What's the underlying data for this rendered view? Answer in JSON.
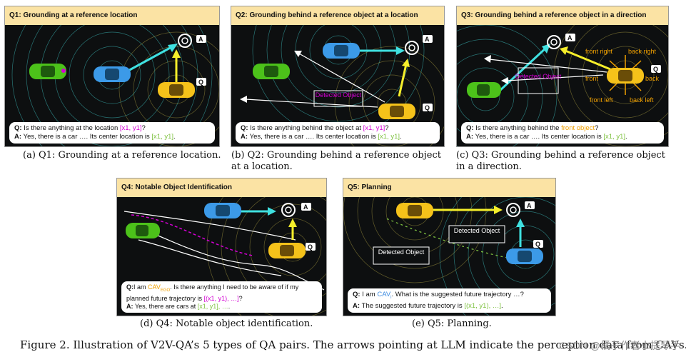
{
  "panels": [
    {
      "id": "q1",
      "title": "Q1: Grounding at a reference location",
      "q_prefix": "Q: ",
      "q_text": "Is there anything at the location ",
      "q_hl": "[x1, y1]",
      "q_end": "?",
      "a_prefix": "A: ",
      "a_text": "Yes, there is a car …. Its center location is ",
      "a_hl": "[x1, y1]",
      "a_end": ".",
      "caption": "(a) Q1: Grounding at a reference location."
    },
    {
      "id": "q2",
      "title": "Q2: Grounding behind a reference object at a location",
      "q_prefix": "Q: ",
      "q_text": "Is there anything behind the object at ",
      "q_hl": "[x1, y1]",
      "q_end": "?",
      "a_prefix": "A: ",
      "a_text": "Yes, there is a car …. Its center location is ",
      "a_hl": "[x1, y1]",
      "a_end": ".",
      "detected": "Detected Object",
      "caption": "(b) Q2: Grounding behind a reference object at a location."
    },
    {
      "id": "q3",
      "title": "Q3: Grounding behind a reference object in a direction",
      "q_prefix": "Q: ",
      "q_text": "Is there anything behind the ",
      "q_hl": "front object",
      "q_end": "?",
      "a_prefix": "A: ",
      "a_text": "Yes, there is a car …. Its center location is ",
      "a_hl": "[x1, y1]",
      "a_end": ".",
      "detected": "Detected Object",
      "directions": {
        "front_right": "front right",
        "back_right": "back right",
        "front": "front",
        "back": "back",
        "front_left": "front left",
        "back_left": "back left"
      },
      "caption": "(c) Q3: Grounding behind a reference object in a direction."
    },
    {
      "id": "q4",
      "title": "Q4: Notable Object Identification",
      "q_prefix": "Q:",
      "q_text": "I am ",
      "q_cav": "CAV",
      "q_sub": "EGO",
      "q_text2": ". Is there anything I need to be aware of if my planned future trajectory is ",
      "q_hl": "[(x1, y1), …]",
      "q_end": "?",
      "a_prefix": "A: ",
      "a_text": "Yes, there are cars at ",
      "a_hl": "[x1, y1], …",
      "a_end": ".",
      "caption": "(d) Q4: Notable object identification."
    },
    {
      "id": "q5",
      "title": "Q5: Planning",
      "q_prefix": "Q: ",
      "q_text": "I am ",
      "q_cav": "CAV",
      "q_sub": "i",
      "q_text2": ". What is the suggested future trajectory …?",
      "a_prefix": "A: ",
      "a_text": "The suggested future trajectory is ",
      "a_hl": "[(x1, y1), …]",
      "a_end": ".",
      "detected1": "Detected Object",
      "detected2": "Detected Object",
      "caption": "(e) Q5: Planning."
    }
  ],
  "bubble_a": "A",
  "bubble_q": "Q",
  "figure_caption": "Figure 2. Illustration of V2V-QA’s 5 types of QA pairs. The arrows pointing at LLM indicate the perception data from CAVs.",
  "watermark": "CSDN @橘子作者小提琴手",
  "colors": {
    "header": "#fbe3a4",
    "scene": "#0d0f10",
    "cyan_arrow": "#3fe0e0",
    "yellow_arrow": "#f5ee2a",
    "magenta": "#d400d4",
    "green": "#7fc241",
    "orange": "#f0a000",
    "blue": "#3c8be0"
  }
}
